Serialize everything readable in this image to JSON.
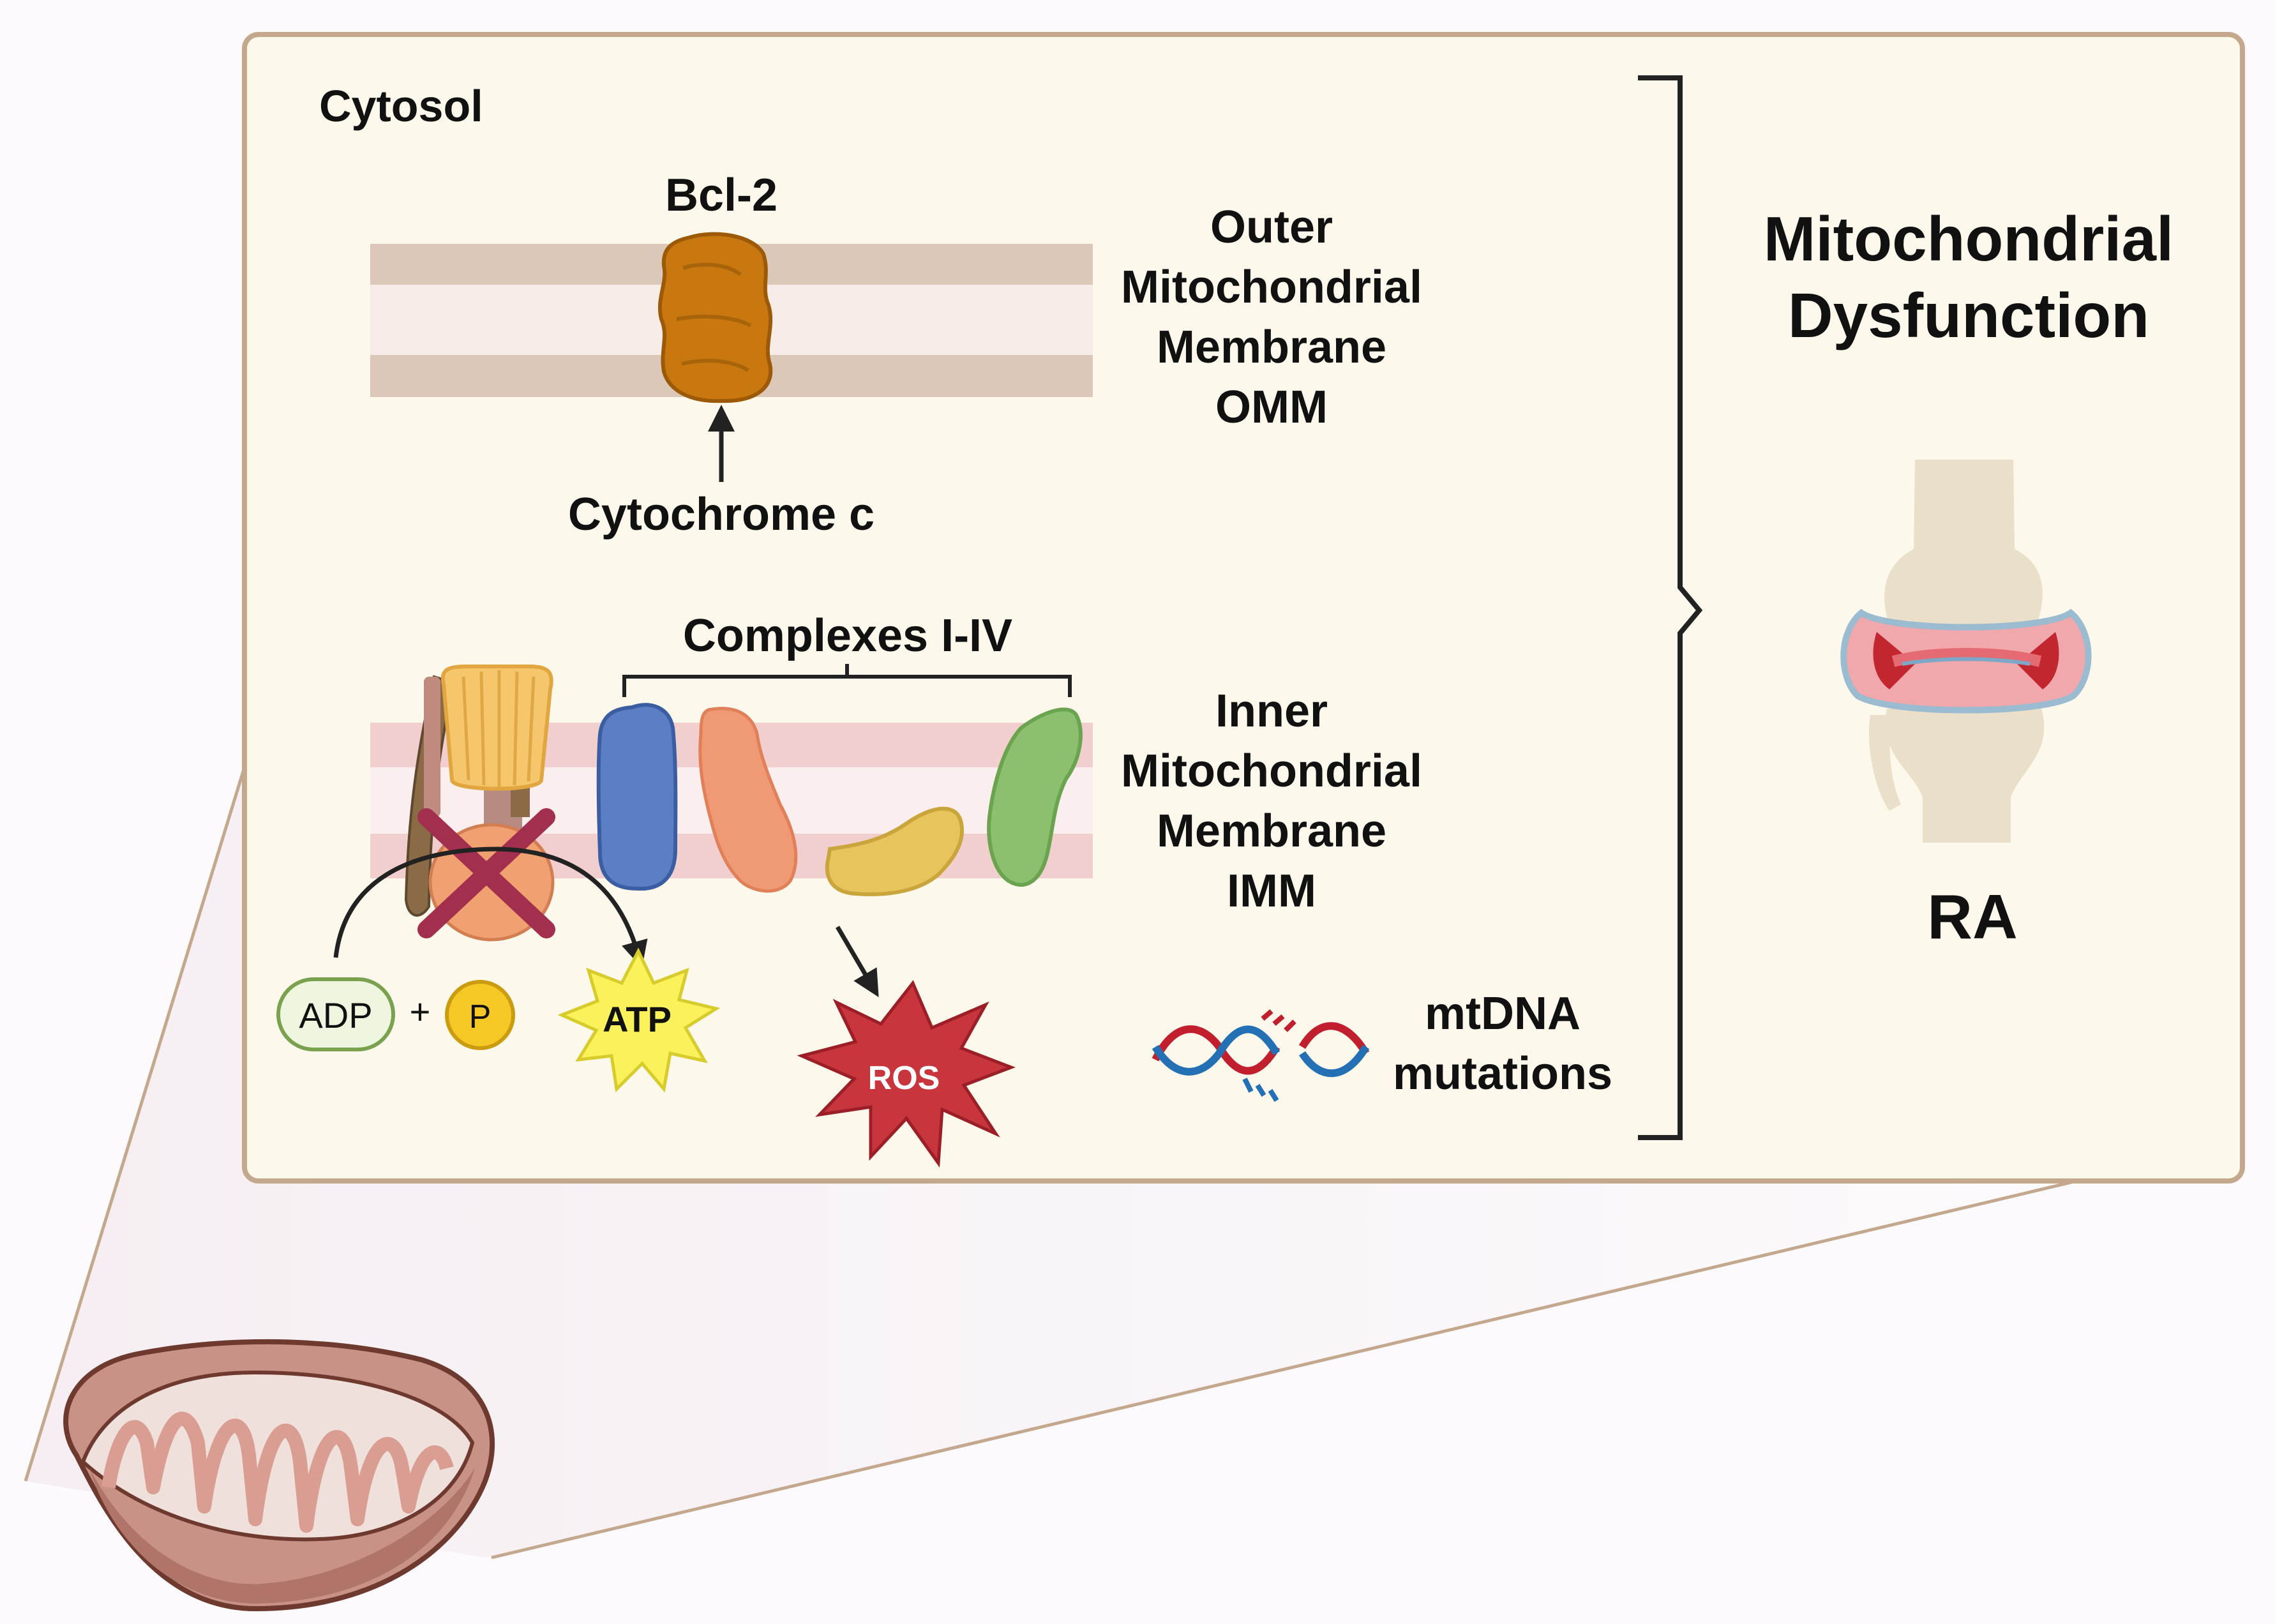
{
  "labels": {
    "cytosol": "Cytosol",
    "bcl2": "Bcl-2",
    "cytochrome_c": "Cytochrome c",
    "omm": [
      "Outer",
      "Mitochondrial",
      "Membrane",
      "OMM"
    ],
    "complexes": "Complexes I-IV",
    "imm": [
      "Inner",
      "Mitochondrial",
      "Membrane",
      "IMM"
    ],
    "adp": "ADP",
    "plus": "+",
    "phosphate": "P",
    "atp": "ATP",
    "ros": "ROS",
    "mtdna": [
      "mtDNA",
      "mutations"
    ],
    "dysfunction": [
      "Mitochondrial",
      "Dysfunction"
    ],
    "ra": "RA"
  },
  "colors": {
    "panel_fill": "#fcf9ec",
    "panel_border": "#c4a88e",
    "omm_band": "#dbc8b8",
    "imm_band": "#f2cfcf",
    "bcl2": "#c8780e",
    "complex_1": "#5b7fc4",
    "complex_2": "#ef9a74",
    "complex_3": "#e7c55c",
    "complex_4": "#8cc070",
    "atp_star": "#faf25a",
    "ros_star": "#c8353d",
    "cross": "#a32f4e",
    "phosphate": "#f6c825",
    "adp_fill": "#eef6df",
    "adp_border": "#7aa24e",
    "dna_red": "#c21f2e",
    "dna_blue": "#2470b4",
    "bone": "#eadfc9",
    "inflamed": "#e56b73",
    "mito_fill": "#d99d91",
    "mito_border": "#6e3a30"
  }
}
